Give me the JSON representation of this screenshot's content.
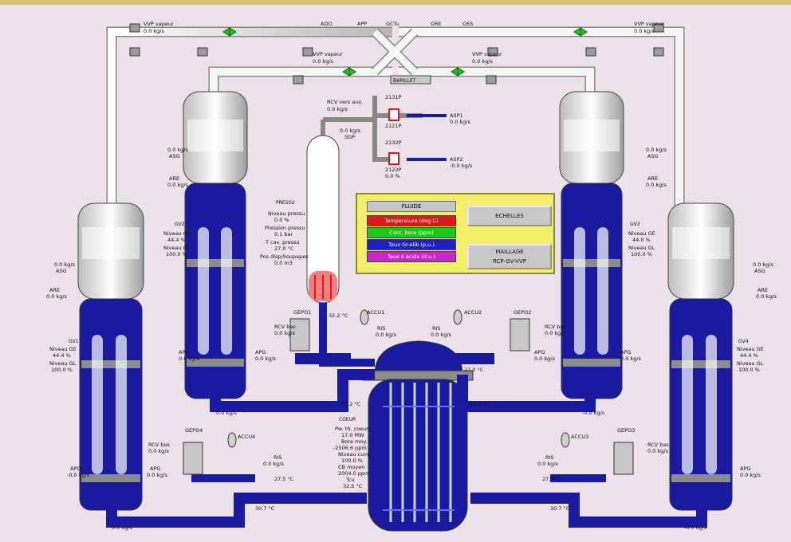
{
  "legend": {
    "title": "FLUIDE",
    "items": [
      {
        "label": "Temperature (deg.C)",
        "color": "#e01818"
      },
      {
        "label": "Cont. bore (ppm)",
        "color": "#1cc81c"
      },
      {
        "label": "Taux Gr-elib (p.u.)",
        "color": "#2020c8"
      },
      {
        "label": "Taux Ii acide (d.u.)",
        "color": "#c828c8"
      }
    ],
    "btn_echelles": "ECHELLES",
    "btn_maillage_1": "MAILLAGE",
    "btn_maillage_2": "RCP-GV-VVP"
  },
  "header_labels": {
    "vvp_left": "VVP vapeur",
    "vvp_right": "VVP vapeur",
    "vvp_center_left": "VVP vapeur",
    "vvp_center_right": "VVP vapeur",
    "flow_zero": "0.0 kg/s",
    "ado": "ADO",
    "app": "APP",
    "gctu": "GCTu",
    "gre": "GRE",
    "gss": "GSS",
    "barillet": "BARILLET"
  },
  "pressu": {
    "title": "PRESSU",
    "lines": [
      "Niveau pressu",
      "0.0 %",
      "Pression pressu",
      "0.1 bar",
      "T cav. pressu",
      "27.0 °C",
      "Pos disp/Soupapes",
      "0.0 m3"
    ],
    "rcv": "RCV vers aux.",
    "rcv_flow": "0.0 kg/s",
    "sgp": "0.0 kg/s",
    "sgp_label": "SGP"
  },
  "asp": {
    "asp1": "ASP1",
    "asp2": "ASP2",
    "asp1_flow": "0.0 kg/s",
    "asp2_flow": "-0.0 kg/s",
    "v1": "2131P",
    "v2": "2132P",
    "v3": "2121P",
    "v4": "2122P",
    "pct": "0.0 %"
  },
  "coeur": {
    "title": "COEUR",
    "lines": [
      "Pw. th. coeur",
      "17.0 MW",
      "Bore moy.",
      "-2506.6 ppm",
      "Niveau cuve",
      "100.0 %",
      "CB moyen",
      "2004.0 ppm",
      "Tcu",
      "32.5 °C"
    ]
  },
  "gv": {
    "gv1": "GV1",
    "gv2": "GV2",
    "gv3": "GV3",
    "gv4": "GV4",
    "niveau_ge": "Niveau GE",
    "niveau_gl": "Niveau GL",
    "gv1_ge": "44.4 %",
    "gv1_gl": "100.0 %",
    "gv2_ge": "44.4 %",
    "gv2_gl": "100.0 %",
    "gv3_ge": "44.0 %",
    "gv3_gl": "100.0 %",
    "gv4_ge": "44.4 %",
    "gv4_gl": "100.0 %"
  },
  "branch": {
    "ascu1": "ACCU1",
    "ascu2": "ACCU2",
    "ascu3": "ACCU3",
    "ascu4": "ACCU4",
    "gepo1": "GEPO1",
    "gepo2": "GEPO2",
    "gepo3": "GEPO3",
    "gepo4": "GEPO4",
    "rcv_lbl": "RCV",
    "rcv_bp": "RCV bas",
    "apg": "APG",
    "asg": "ASG",
    "are": "ARE",
    "ris": "RIS",
    "temp1": "32.2 °C",
    "temp2": "29.0 °C",
    "temp3": "27.0 °C",
    "temp4": "30.7 °C",
    "temp5": "27.5 °C",
    "flow": "0.0 kg/s",
    "neg_flow": "-0.0 kg/s"
  }
}
